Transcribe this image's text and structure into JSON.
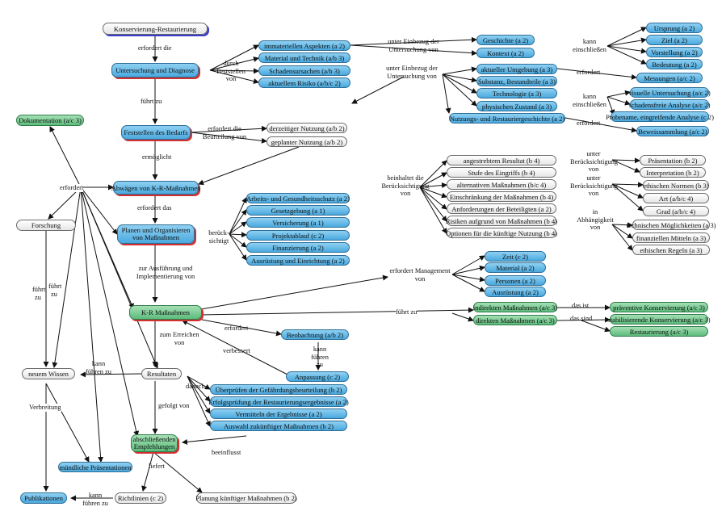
{
  "nodes": {
    "konservierung": "Konservierung-Restaurierung",
    "untersuchung": "Untersuchung und Diagnose",
    "immateriell": "immateriellen Aspekten (a 2)",
    "material_technik": "Material und Technik (a/b 3)",
    "schadensursachen": "Schadensursachen (a/b 3)",
    "risiko": "aktuellem Risiko (a/b/c 2)",
    "geschichte": "Geschichte (a 2)",
    "kontext": "Kontext (a 2)",
    "ursprung": "Ursprung (a 2)",
    "ziel": "Ziel (a 2)",
    "vorstellung": "Vorstellung (a 2)",
    "bedeutung": "Bedeutung (a 2)",
    "umgebung": "aktueller Umgebung (a 3)",
    "substanz": "Substanz, Bestandteile (a 3)",
    "technologie": "Technologie (a 3)",
    "phys_zustand": "physischen Zustand (a 3)",
    "nutzungsgeschichte": "Nutzungs- und Restauriergeschichte (a 2)",
    "messungen": "Messungen (a/c 2)",
    "visuelle": "visuelle Untersuchung (a/c 2)",
    "schadensfreie": "schadensfreie Analyse (a/c 2)",
    "probename": "Probename, eingreifende Analyse (c 2)",
    "beweissammlung": "Beweissammlung (a/c 2)",
    "dokumentation": "Dokumentation (a/c 3)",
    "feststellen_bedarfs": "Feststellen des Bedarfs",
    "derzeitige": "derzeitiger Nutzung (a/b 2)",
    "geplante": "geplanter Nutzung (a/b 2)",
    "abwaegen": "Abwägen von K-R-Maßnahmen",
    "angestrebtem": "angestrebtem Resultat (b 4)",
    "stufe": "Stufe des Eingriffs (b 4)",
    "alternative": "alternativen Maßnahmen (b/c 4)",
    "einschraenkung": "Einschränkung der Maßnahmen (b 4)",
    "anforderungen": "Anforderungen der Beteiligten (a 2)",
    "risiken_massnahmen": "Risiken aufgrund von Maßnahmen (b 4)",
    "optionen": "Optionen für die künftige Nutzung (b 4)",
    "praesentation_b2": "Präsentation (b 2)",
    "interpretation": "Interpretation (b 2)",
    "ethische_normen": "ethischen Normen (b 3)",
    "art": "Art (a/b/c 4)",
    "grad": "Grad (a/b/c 4)",
    "techn_moeglichkeiten": "technischen Möglichkeiten (a 3)",
    "finanz_mitteln": "finanziellen Mitteln (a 3)",
    "ethische_regeln": "ethischen Regeln (a 3)",
    "forschung": "Forschung",
    "planen": "Planen und Organisieren von Maßnahmen",
    "arbeitsschutz": "Arbeits- und Gesundheitsschutz (a 2)",
    "gesetzgebung": "Gesetzgebung (a 1)",
    "versicherung": "Versicherung (a 1)",
    "projektablauf": "Projektablauf (c 2)",
    "finanzierung": "Finanzierung (a 2)",
    "ausruestung_einrichtung": "Ausrüstung und Einrichtung (a 2)",
    "zeit": "Zeit (c 2)",
    "material": "Material (a 2)",
    "personen": "Personen (a 2)",
    "ausruestung": "Ausrüstung (a 2)",
    "kr_massnahmen": "K-R Maßnahmen",
    "indirekte": "indirekten Maßnahmen (a/c 3)",
    "direkte": "direkten Maßnahmen (a/c 3)",
    "praeventive": "präventive Konservierung (a/c 3)",
    "stabilisierende": "stabilisierende Konservierung (a/c 3)",
    "restaurierung": "Restaurierung (a/c 3)",
    "beobachtung": "Beobachtung (a/b 2)",
    "anpassung": "Anpassung (c 2)",
    "neues_wissen": "neuem Wissen",
    "resultaten": "Resultaten",
    "ueberpruefen": "Überprüfen der Gefährdungsbeurteilung (b 2)",
    "erfolgspruefung": "Erfolgsprüfung der Restaurierungsergebnisse (a 2)",
    "vermitteln": "Vermitteln der Ergebnisse (a 2)",
    "auswahl": "Auswahl zukünftiger Maßnahmen (b 2)",
    "abschliessend": "abschließenden Empfehlungen",
    "muendliche": "mündliche Präsentationen",
    "publikationen": "Publikationen",
    "richtlinien": "Richtlinien (c 2)",
    "planung_kuenftig": "Planung künftiger Maßnahmen (b 2)"
  },
  "labels": {
    "erfordert_die": "erfordert die",
    "durch_feststellen": "durch Feststellen von",
    "unter_einbezug_1": "unter Einbezug der Untersuchung von",
    "unter_einbezug_2": "unter Einbezug der Untersuchung von",
    "kann_einschliessen_1": "kann einschließen",
    "kann_einschliessen_2": "kann einschließen",
    "erfordert_a": "erfordert",
    "erfordert_b": "erfordert",
    "fuehrt_zu_1": "führt zu",
    "erfordert_beurteilung": "erfordert die Beurteilung von",
    "ermoeglicht": "ermöglicht",
    "erfordert_left": "erfordert",
    "beinhaltet": "beinhaltet die Berücksichtigung von",
    "unter_beruecksichtigung_1": "unter Berücksichtigung von",
    "unter_beruecksichtigung_2": "unter Berücksichtigung von",
    "in_abhaengigkeit": "in Abhängigkeit von",
    "erfordert_das": "erfordert das",
    "beruecksichtigt": "berück-sichtigt",
    "zur_ausfuehrung": "zur Ausführung und Implementierung von",
    "erfordert_management": "erfordert Management von",
    "fuehrt_zu_left": "führt zu",
    "fuehrt_zu_2": "führt zu",
    "fuehrt_zu_3": "führt zu",
    "das_ist": "das ist",
    "das_sind": "das sind",
    "erfordert_beob": "erfordert",
    "kann_fuehren_1": "kann führen zu",
    "verbessert": "verbessert",
    "zum_erreichen": "zum Erreichen von",
    "kann_fuehren_2": "kann führen zu",
    "danach": "danach",
    "gefolgt_von": "gefolgt von",
    "verbreitung": "Verbreitung",
    "beeinflusst": "beeinflusst",
    "liefert": "liefert",
    "kann_fuehren_3": "kann führen zu"
  }
}
